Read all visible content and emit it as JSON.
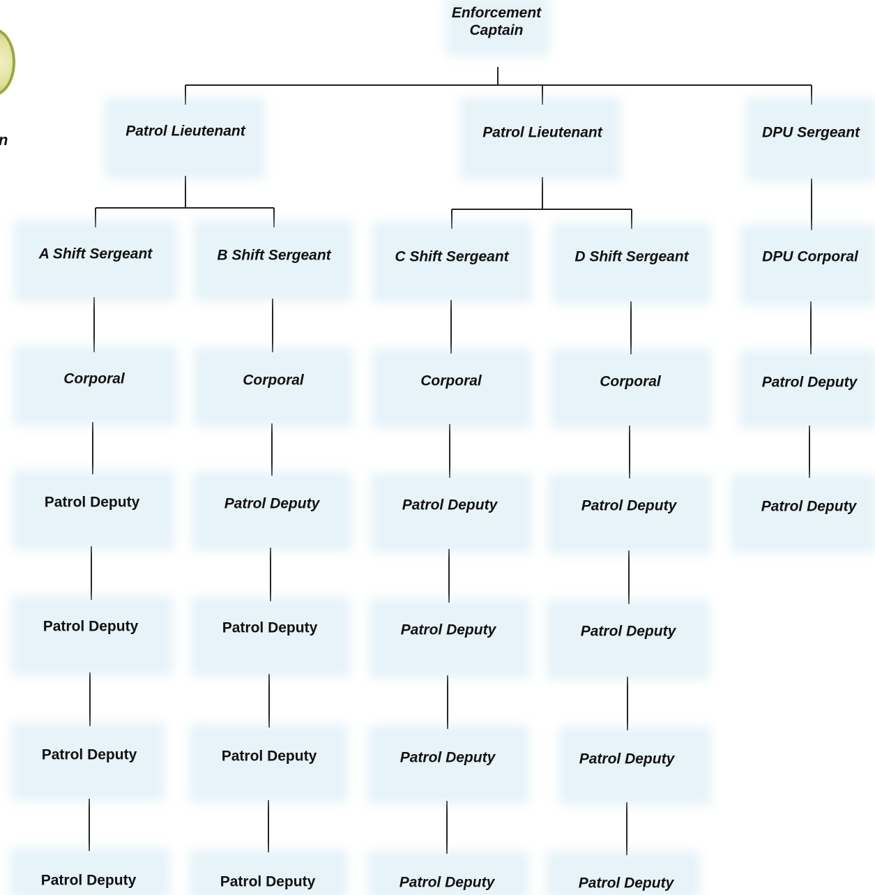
{
  "edge_text": "n",
  "nodes": {
    "captain": "Enforcement\nCaptain",
    "lt1": "Patrol Lieutenant",
    "lt2": "Patrol Lieutenant",
    "dpu_sgt": "DPU Sergeant",
    "sgt_a": "A Shift Sergeant",
    "sgt_b": "B Shift Sergeant",
    "sgt_c": "C Shift Sergeant",
    "sgt_d": "D Shift Sergeant",
    "dpu_cpl": "DPU Corporal",
    "cpl_a": "Corporal",
    "cpl_b": "Corporal",
    "cpl_c": "Corporal",
    "cpl_d": "Corporal",
    "dpu_dep1": "Patrol Deputy",
    "dpu_dep2": "Patrol Deputy",
    "a_dep1": "Patrol Deputy",
    "a_dep2": "Patrol Deputy",
    "a_dep3": "Patrol Deputy",
    "a_dep4": "Patrol Deputy",
    "b_dep1": "Patrol Deputy",
    "b_dep2": "Patrol Deputy",
    "b_dep3": "Patrol Deputy",
    "b_dep4": "Patrol Deputy",
    "c_dep1": "Patrol Deputy",
    "c_dep2": "Patrol Deputy",
    "c_dep3": "Patrol Deputy",
    "c_dep4": "Patrol Deputy",
    "d_dep1": "Patrol Deputy",
    "d_dep2": "Patrol Deputy",
    "d_dep3": "Patrol Deputy",
    "d_dep4": "Patrol Deputy"
  }
}
